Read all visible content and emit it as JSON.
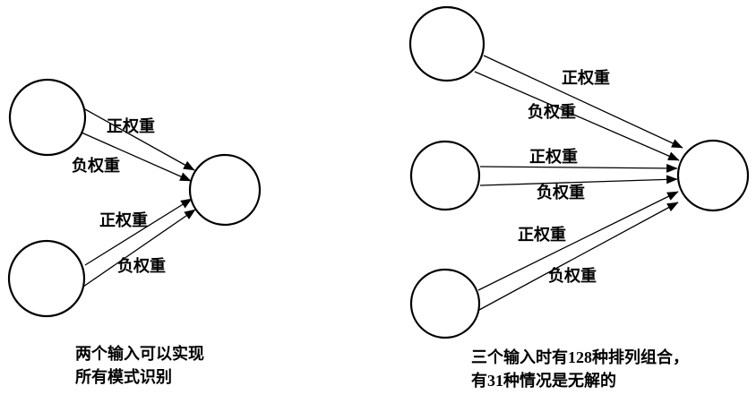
{
  "left_diagram": {
    "labels": {
      "top_positive": "正权重",
      "top_negative": "负权重",
      "bottom_positive": "正权重",
      "bottom_negative": "负权重"
    },
    "caption": [
      "两个输入可以实现",
      "所有模式识别"
    ]
  },
  "right_diagram": {
    "labels": {
      "top_positive": "正权重",
      "top_negative": "负权重",
      "middle_positive": "正权重",
      "middle_negative": "负权重",
      "bottom_positive": "正权重",
      "bottom_negative": "负权重"
    },
    "caption": [
      "三个输入时有128种排列组合，",
      "有31种情况是无解的"
    ]
  },
  "colors": {
    "stroke": "#000000",
    "background": "#ffffff"
  }
}
